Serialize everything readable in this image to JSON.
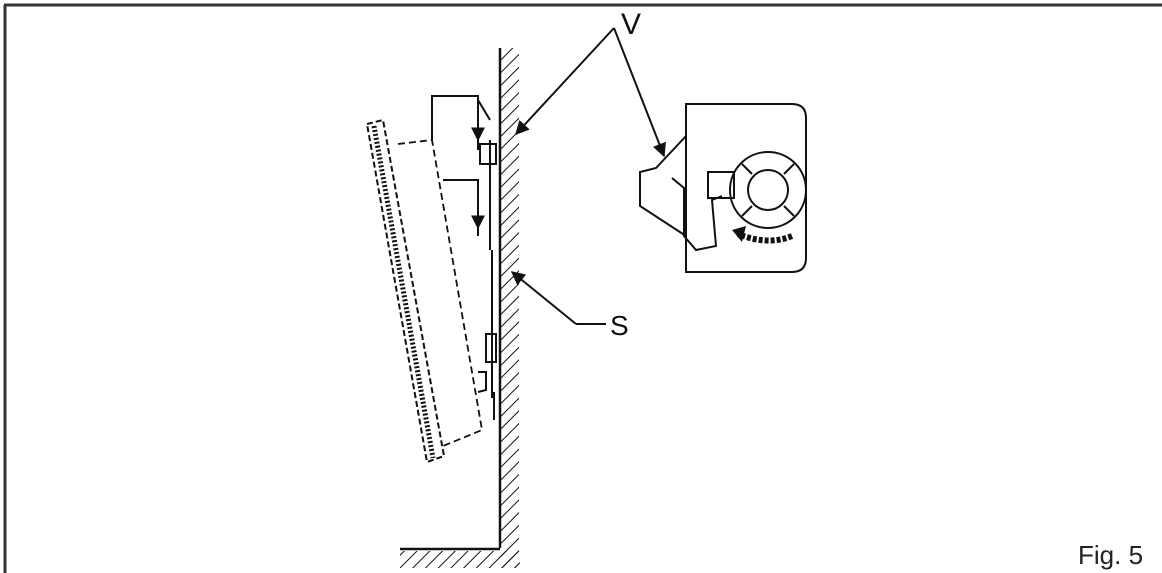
{
  "labels": {
    "v": "V",
    "s": "S"
  },
  "caption": "Fig. 5",
  "icons": [
    "wall-hatching",
    "floor-hatching",
    "tv-panel",
    "mounting-plate",
    "bracket-hook",
    "safety-lock-detail",
    "rotation-arrow"
  ],
  "colors": {
    "line": "#111111",
    "background": "#ffffff"
  }
}
